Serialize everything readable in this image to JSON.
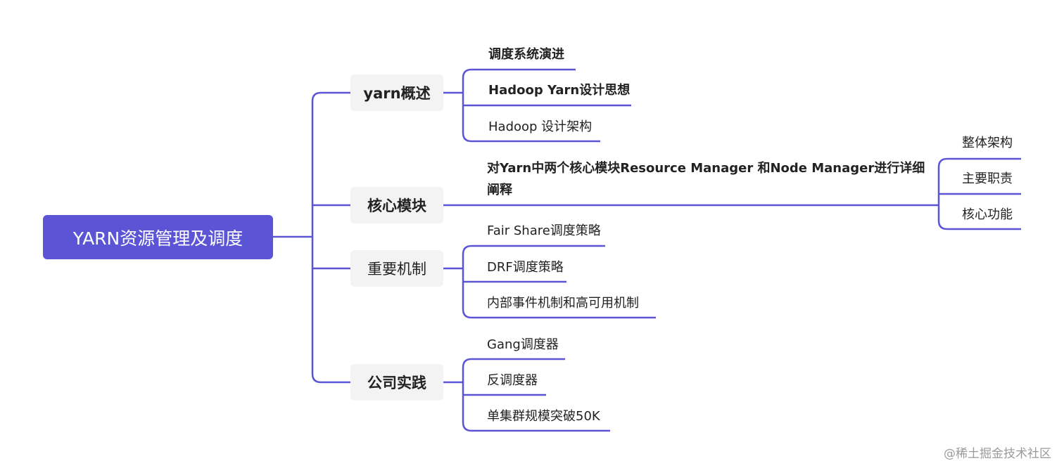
{
  "root": {
    "label": "YARN资源管理及调度"
  },
  "branches": [
    {
      "label": "yarn概述",
      "children": [
        {
          "label": "调度系统演进"
        },
        {
          "label": "Hadoop Yarn设计思想"
        },
        {
          "label": "Hadoop 设计架构"
        }
      ]
    },
    {
      "label": "核心模块",
      "children": [
        {
          "label": "对Yarn中两个核心模块Resource Manager 和Node Manager进行详细阐释",
          "children": [
            {
              "label": "整体架构"
            },
            {
              "label": "主要职责"
            },
            {
              "label": "核心功能"
            }
          ]
        }
      ]
    },
    {
      "label": "重要机制",
      "children": [
        {
          "label": "Fair Share调度策略"
        },
        {
          "label": "DRF调度策略"
        },
        {
          "label": "内部事件机制和高可用机制"
        }
      ]
    },
    {
      "label": "公司实践",
      "children": [
        {
          "label": "Gang调度器"
        },
        {
          "label": "反调度器"
        },
        {
          "label": "单集群规模突破50K"
        }
      ]
    }
  ],
  "watermark": "@稀土掘金技术社区",
  "colors": {
    "accent": "#5b55d6",
    "line": "#5b55d6",
    "branch_bg": "#f3f3f3"
  }
}
